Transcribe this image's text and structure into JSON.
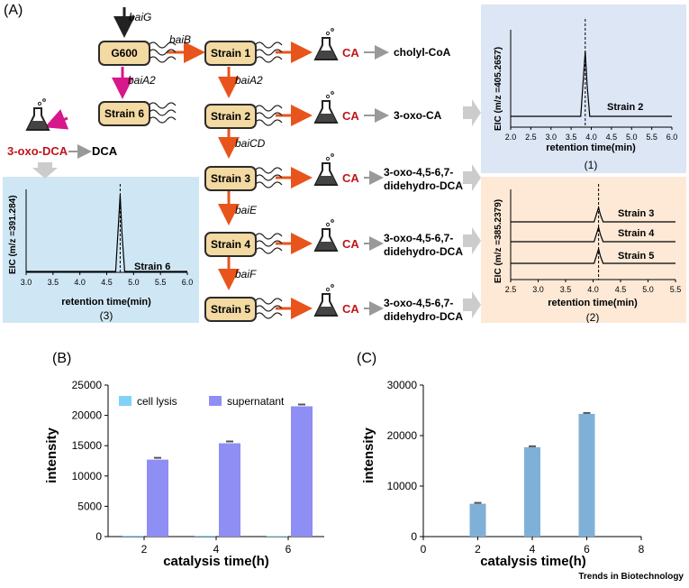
{
  "panel_labels": {
    "a": "(A)",
    "b": "(B)",
    "c": "(C)"
  },
  "pathway": {
    "strains": [
      "G600",
      "Strain 1",
      "Strain 2",
      "Strain 3",
      "Strain 4",
      "Strain 5",
      "Strain 6"
    ],
    "enzymes": [
      "baiG",
      "baiB",
      "baiA2",
      "baiA2",
      "baiCD",
      "baiE",
      "baiF"
    ],
    "ca_label": "CA",
    "products": [
      "cholyl-CoA",
      "3-oxo-CA",
      "3-oxo-4,5-6,7-\ndidehydro-DCA",
      "3-oxo-4,5-6,7-\ndidehydro-DCA",
      "3-oxo-4,5-6,7-\ndidehydro-DCA"
    ],
    "side_product": "3-oxo-DCA",
    "side_target": "DCA",
    "colors": {
      "strain_fill": "#f3d9a2",
      "orange_arrow": "#e8541c",
      "magenta_arrow": "#d6188c",
      "ca_red": "#c0141b",
      "blue_panel": "#dce6f5",
      "orange_panel": "#fde9d6",
      "light_blue_panel": "#cfe7f5"
    }
  },
  "eic_panels": [
    {
      "id": "1",
      "caption": "(1)",
      "ylabel": "EIC (m/z =405.2657)",
      "xlabel": "retention time(min)",
      "ticks": [
        "2.0",
        "2.5",
        "3.0",
        "3.5",
        "4.0",
        "4.5",
        "5.0",
        "5.5",
        "6.0"
      ],
      "xlim": [
        2.0,
        6.0
      ],
      "peak_rt": 3.85,
      "traces": [
        "Strain 2"
      ]
    },
    {
      "id": "2",
      "caption": "(2)",
      "ylabel": "EIC (m/z =385.2379)",
      "xlabel": "retention time(min)",
      "ticks": [
        "2.5",
        "3.0",
        "3.5",
        "4.0",
        "4.5",
        "5.0",
        "5.5"
      ],
      "xlim": [
        2.5,
        5.5
      ],
      "peak_rt": 4.1,
      "traces": [
        "Strain 3",
        "Strain 4",
        "Strain 5"
      ]
    },
    {
      "id": "3",
      "caption": "(3)",
      "ylabel": "EIC (m/z =391.284)",
      "xlabel": "retention time(min)",
      "ticks": [
        "3.0",
        "3.5",
        "4.0",
        "4.5",
        "5.0",
        "5.5",
        "6.0"
      ],
      "xlim": [
        3.0,
        6.0
      ],
      "peak_rt": 4.75,
      "traces": [
        "Strain 6"
      ]
    }
  ],
  "chart_data": [
    {
      "type": "bar",
      "categories": [
        "2",
        "4",
        "6"
      ],
      "series": [
        {
          "name": "cell lysis",
          "values": [
            150,
            150,
            100
          ],
          "color": "#7fd3f7"
        },
        {
          "name": "supernatant",
          "values": [
            12700,
            15400,
            21500
          ],
          "color": "#8e8ef5"
        }
      ],
      "xlabel": "catalysis time(h)",
      "ylabel": "intensity",
      "ylim": [
        0,
        25000
      ],
      "yticks": [
        "0",
        "5000",
        "10000",
        "15000",
        "20000",
        "25000"
      ],
      "legend": "top-left"
    },
    {
      "type": "bar",
      "x": [
        2,
        4,
        6
      ],
      "values": [
        6500,
        17700,
        24300
      ],
      "xlabel": "catalysis time(h)",
      "ylabel": "intensity",
      "xlim": [
        0,
        8
      ],
      "ylim": [
        0,
        30000
      ],
      "xticks": [
        "0",
        "2",
        "4",
        "6",
        "8"
      ],
      "yticks": [
        "0",
        "10000",
        "20000",
        "30000"
      ],
      "color": "#7fb0d8"
    }
  ],
  "footer": "Trends in Biotechnology"
}
